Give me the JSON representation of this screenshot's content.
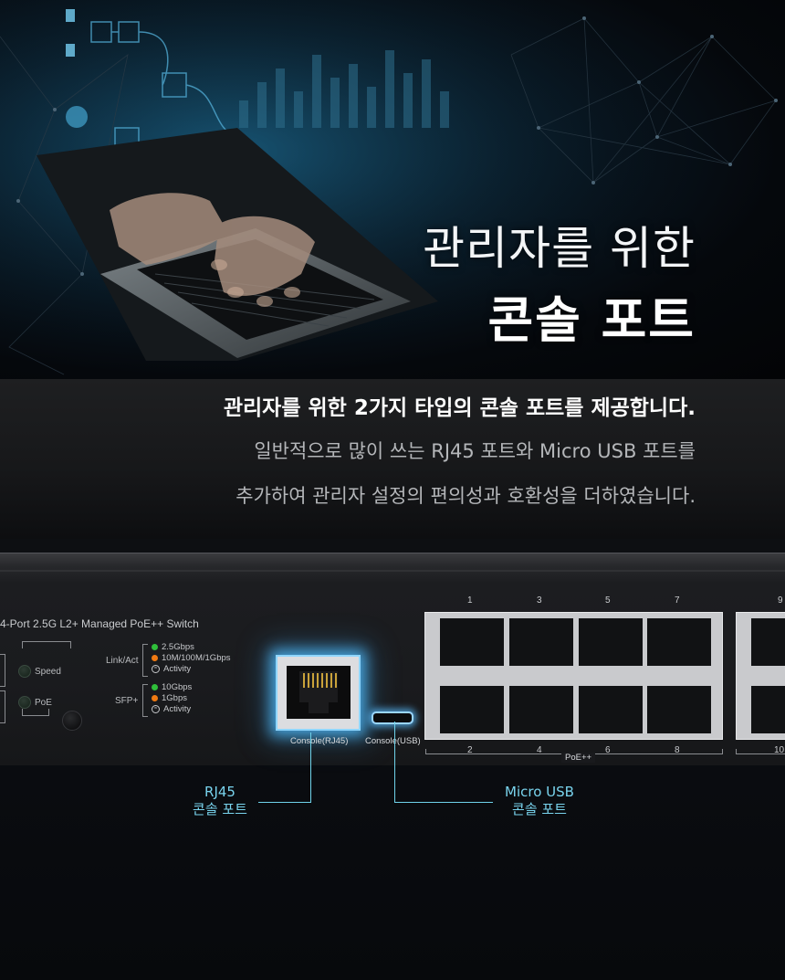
{
  "hero": {
    "title_line1": "관리자를 위한",
    "title_line2": "콘솔 포트"
  },
  "intro": {
    "line1": "관리자를 위한 2가지 타입의 콘솔 포트를 제공합니다.",
    "line2": "일반적으로 많이 쓰는 RJ45 포트와 Micro USB 포트를",
    "line3": "추가하여 관리자 설정의 편의성과 호환성을 더하였습니다."
  },
  "device": {
    "model": "4-Port 2.5G L2+ Managed PoE++ Switch",
    "indicators": {
      "speed": "Speed",
      "poe": "PoE"
    },
    "link_act": {
      "title": "Link/Act",
      "rows": [
        {
          "color": "#2fbf3a",
          "label": "2.5Gbps"
        },
        {
          "color": "#f07a12",
          "label": "10M/100M/1Gbps"
        },
        {
          "color": "activity",
          "label": "Activity"
        }
      ]
    },
    "sfp": {
      "title": "SFP+",
      "rows": [
        {
          "color": "#2fbf3a",
          "label": "10Gbps"
        },
        {
          "color": "#f07a12",
          "label": "1Gbps"
        },
        {
          "color": "activity",
          "label": "Activity"
        }
      ]
    },
    "console_rj45_label": "Console(RJ45)",
    "console_usb_label": "Console(USB)",
    "top_port_numbers": [
      "1",
      "3",
      "5",
      "7",
      "9"
    ],
    "bottom_port_numbers": [
      "2",
      "4",
      "6",
      "8",
      "10"
    ],
    "poe_label": "PoE++"
  },
  "callouts": {
    "rj45_line1": "RJ45",
    "rj45_line2": "콘솔 포트",
    "usb_line1": "Micro USB",
    "usb_line2": "콘솔 포트"
  },
  "colors": {
    "accent_glow": "#79d4ee",
    "led_green": "#2fbf3a",
    "led_orange": "#f07a12"
  }
}
